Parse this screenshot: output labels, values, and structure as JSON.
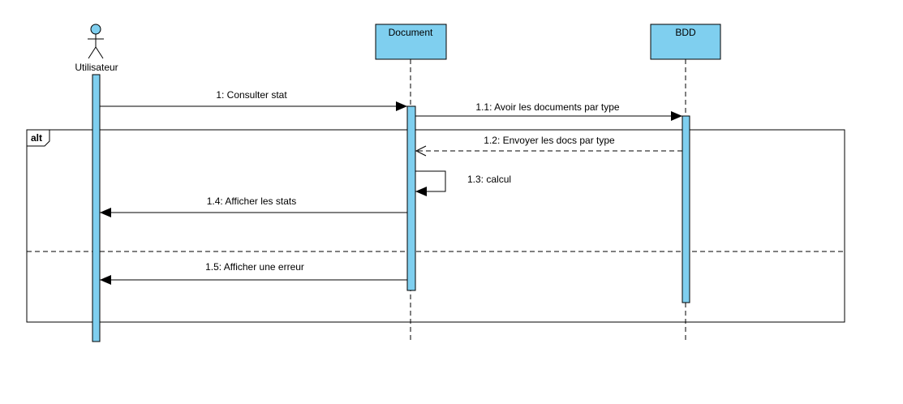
{
  "participants": {
    "actor": "Utilisateur",
    "document": "Document",
    "bdd": "BDD"
  },
  "fragment": {
    "operator": "alt"
  },
  "messages": {
    "m1": "1: Consulter stat",
    "m11": "1.1: Avoir les documents par type",
    "m12": "1.2: Envoyer les docs par type",
    "m13": "1.3: calcul",
    "m14": "1.4: Afficher les stats",
    "m15": "1.5: Afficher une erreur"
  },
  "colors": {
    "participant_fill": "#7fcfef",
    "activation_fill": "#7fcfef",
    "line": "#000000"
  }
}
